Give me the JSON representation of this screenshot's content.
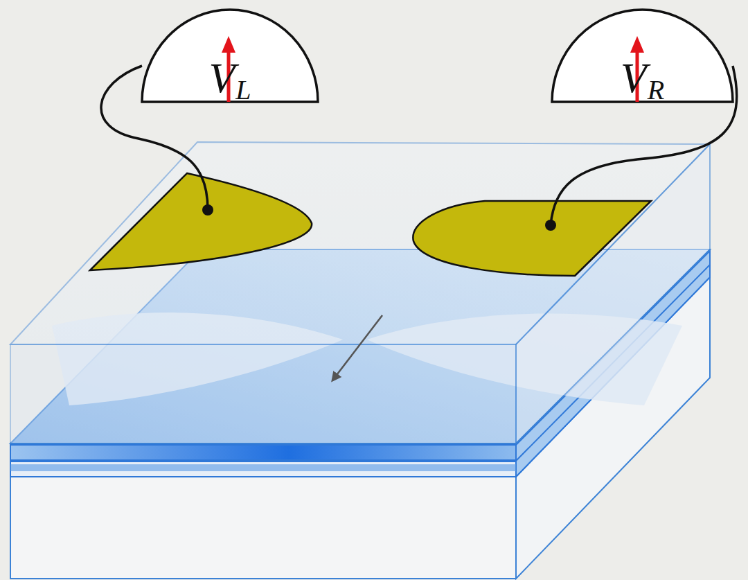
{
  "diagram": {
    "nodes": [
      {
        "text": [
          "V",
          "L"
        ]
      },
      {
        "text": [
          "V",
          "R"
        ]
      }
    ]
  }
}
